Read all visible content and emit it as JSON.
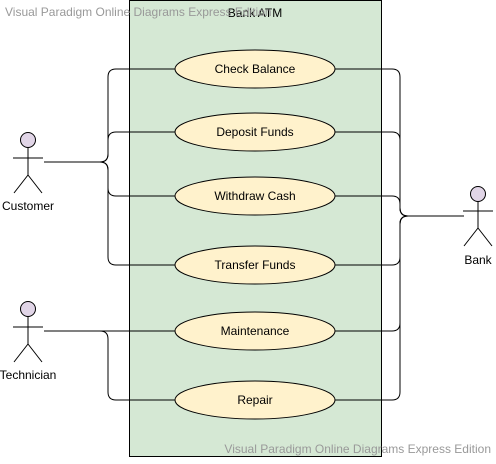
{
  "watermark": {
    "top_text": "Visual Paradigm Online Diagrams Express Edition",
    "bottom_text": "Visual Paradigm Online Diagrams Express Edition"
  },
  "system": {
    "title": "Bank ATM"
  },
  "actors": {
    "customer": "Customer",
    "technician": "Technician",
    "bank": "Bank"
  },
  "use_cases": {
    "check_balance": "Check Balance",
    "deposit_funds": "Deposit Funds",
    "withdraw_cash": "Withdraw Cash",
    "transfer_funds": "Transfer Funds",
    "maintenance": "Maintenance",
    "repair": "Repair"
  },
  "colors": {
    "system_fill": "#d5e8d4",
    "use_case_fill": "#fff2cc",
    "actor_head_fill": "#e1d5e7",
    "line": "#000000",
    "watermark": "#999999"
  }
}
